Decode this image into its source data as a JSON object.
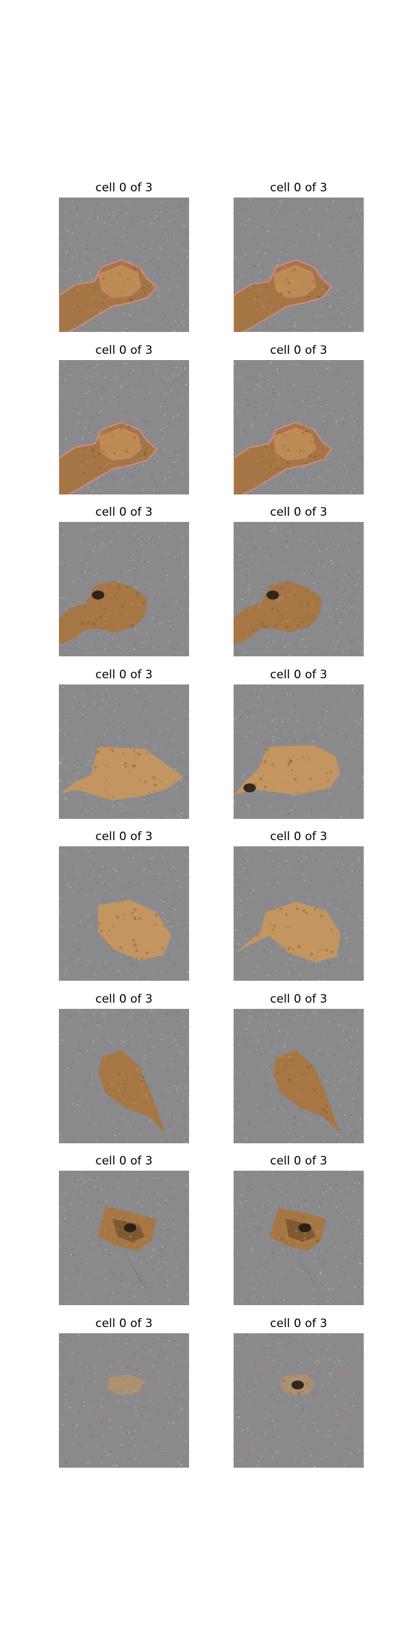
{
  "colors": {
    "background": "#8a8a8c",
    "blob_light": "#c8965c",
    "blob_mid": "#a8753f",
    "blob_dark": "#6f4e2a",
    "blob_outline": "#d98a7e",
    "lesion_dark": "#1a1612",
    "speckle_orange": "#c27a3c"
  },
  "panels": [
    {
      "title": "cell 0 of 3",
      "variant": "hand-left"
    },
    {
      "title": "cell 0 of 3",
      "variant": "hand-left"
    },
    {
      "title": "cell 0 of 3",
      "variant": "hand-left"
    },
    {
      "title": "cell 0 of 3",
      "variant": "hand-left"
    },
    {
      "title": "cell 0 of 3",
      "variant": "hook-dark"
    },
    {
      "title": "cell 0 of 3",
      "variant": "hook-dark"
    },
    {
      "title": "cell 0 of 3",
      "variant": "wedge-right"
    },
    {
      "title": "cell 0 of 3",
      "variant": "wedge-left"
    },
    {
      "title": "cell 0 of 3",
      "variant": "oval"
    },
    {
      "title": "cell 0 of 3",
      "variant": "oval-tail"
    },
    {
      "title": "cell 0 of 3",
      "variant": "leaf"
    },
    {
      "title": "cell 0 of 3",
      "variant": "leaf"
    },
    {
      "title": "cell 0 of 3",
      "variant": "triangle"
    },
    {
      "title": "cell 0 of 3",
      "variant": "triangle-shift"
    },
    {
      "title": "cell 0 of 3",
      "variant": "noisy"
    },
    {
      "title": "cell 0 of 3",
      "variant": "noisy-dark"
    }
  ]
}
